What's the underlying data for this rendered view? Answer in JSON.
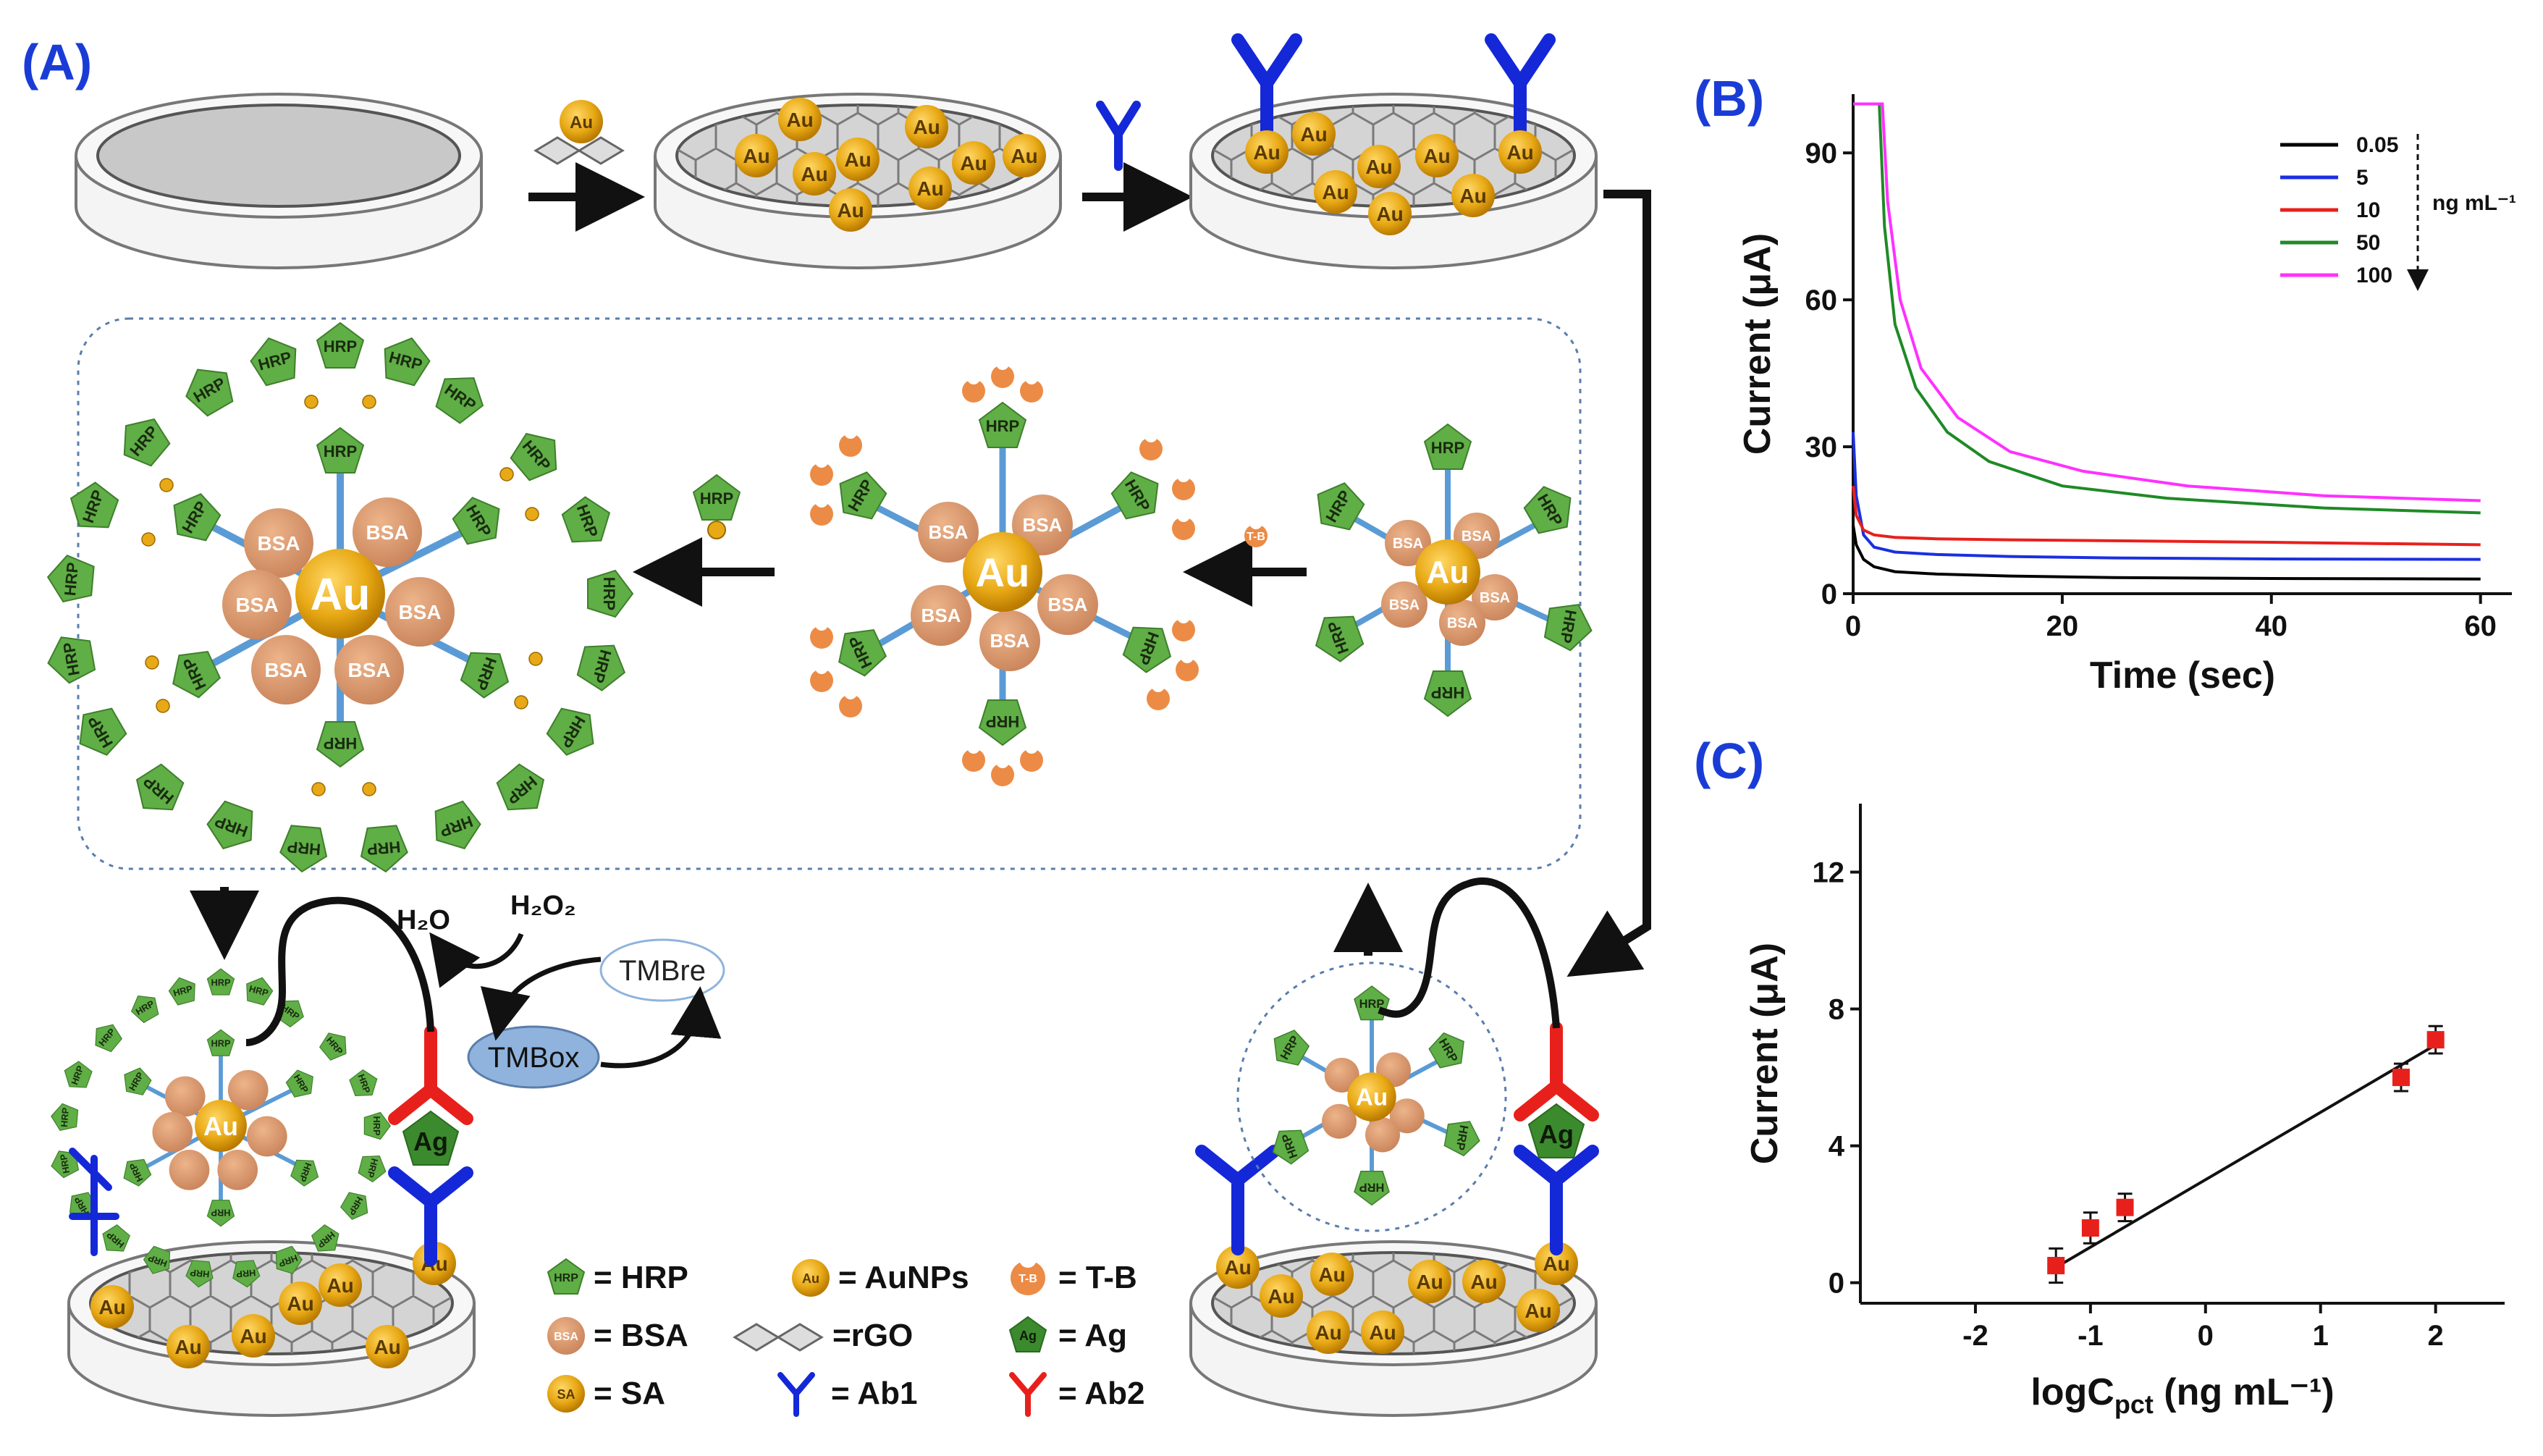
{
  "panels": {
    "a": "(A)",
    "b": "(B)",
    "c": "(C)"
  },
  "particle": {
    "au": "Au",
    "hrp": "HRP",
    "bsa": "BSA",
    "sa": "SA",
    "tb": "T-B",
    "ag": "Ag"
  },
  "reaction": {
    "h2o": "H₂O",
    "h2o2": "H₂O₂",
    "tmbre": "TMBre",
    "tmbox": "TMBox"
  },
  "legend": {
    "hrp": "= HRP",
    "bsa": "= BSA",
    "sa": "= SA",
    "aunps": "= AuNPs",
    "rgo": "=rGO",
    "ab1": "= Ab1",
    "tb": "= T-B",
    "ag": "= Ag",
    "ab2": "= Ab2"
  },
  "colors": {
    "au_gold": "#e8a916",
    "hrp_green": "#5fae46",
    "bsa_tan": "#d9966a",
    "tb_orange": "#ec8b45",
    "ab1_blue": "#1428d8",
    "ab2_red": "#e8201c",
    "panel_label": "#1a3cd6",
    "tmbox_fill": "#8fb3dd"
  },
  "chart_data": [
    {
      "type": "line",
      "panel": "(B)",
      "xlabel": "Time  (sec)",
      "ylabel": "Current (μA)",
      "xlim": [
        0,
        63
      ],
      "ylim": [
        0,
        102
      ],
      "xticks": [
        0,
        20,
        40,
        60
      ],
      "yticks": [
        0,
        30,
        60,
        90
      ],
      "legend_unit": "ng mL⁻¹",
      "legend_position": "top-right",
      "series": [
        {
          "name": "0.05",
          "color": "#000000",
          "x": [
            0,
            0.3,
            1,
            2,
            4,
            8,
            15,
            25,
            40,
            60
          ],
          "y": [
            14,
            10,
            7,
            5.5,
            4.5,
            4,
            3.6,
            3.3,
            3.1,
            3
          ]
        },
        {
          "name": "5",
          "color": "#1b2fe0",
          "x": [
            0,
            0.3,
            1,
            2,
            4,
            8,
            15,
            25,
            40,
            60
          ],
          "y": [
            33,
            20,
            12,
            9.5,
            8.5,
            8,
            7.6,
            7.3,
            7.1,
            7
          ]
        },
        {
          "name": "10",
          "color": "#e8201c",
          "x": [
            0,
            0.3,
            1,
            2,
            4,
            8,
            15,
            25,
            40,
            60
          ],
          "y": [
            22,
            16,
            13,
            12,
            11.5,
            11.2,
            11,
            10.8,
            10.5,
            10
          ]
        },
        {
          "name": "50",
          "color": "#1f8a26",
          "x": [
            0,
            2.5,
            3,
            4,
            6,
            9,
            13,
            20,
            30,
            45,
            60
          ],
          "y": [
            100,
            100,
            75,
            55,
            42,
            33,
            27,
            22,
            19.5,
            17.5,
            16.5
          ]
        },
        {
          "name": "100",
          "color": "#ff30ff",
          "x": [
            0,
            2.8,
            3.3,
            4.5,
            6.5,
            10,
            15,
            22,
            32,
            45,
            60
          ],
          "y": [
            100,
            100,
            80,
            60,
            46,
            36,
            29,
            25,
            22,
            20,
            19
          ]
        }
      ]
    },
    {
      "type": "scatter",
      "panel": "(C)",
      "xlabel": "logC",
      "xlabel_sub": "pct",
      "xlabel_unit": " (ng mL⁻¹)",
      "ylabel": "Current (μA)",
      "xlim": [
        -3,
        2.6
      ],
      "ylim": [
        -0.6,
        14
      ],
      "xticks": [
        -2,
        -1,
        0,
        1,
        2
      ],
      "yticks": [
        0,
        4,
        8,
        12
      ],
      "grid": false,
      "points": [
        {
          "x": -1.3,
          "y": 0.5,
          "err": 0.5
        },
        {
          "x": -1.0,
          "y": 1.6,
          "err": 0.45
        },
        {
          "x": -0.7,
          "y": 2.2,
          "err": 0.4
        },
        {
          "x": 1.7,
          "y": 6.0,
          "err": 0.4
        },
        {
          "x": 2.0,
          "y": 7.1,
          "err": 0.4
        }
      ],
      "fit": {
        "x": [
          -1.35,
          2.0
        ],
        "y": [
          0.35,
          6.95
        ]
      }
    }
  ]
}
